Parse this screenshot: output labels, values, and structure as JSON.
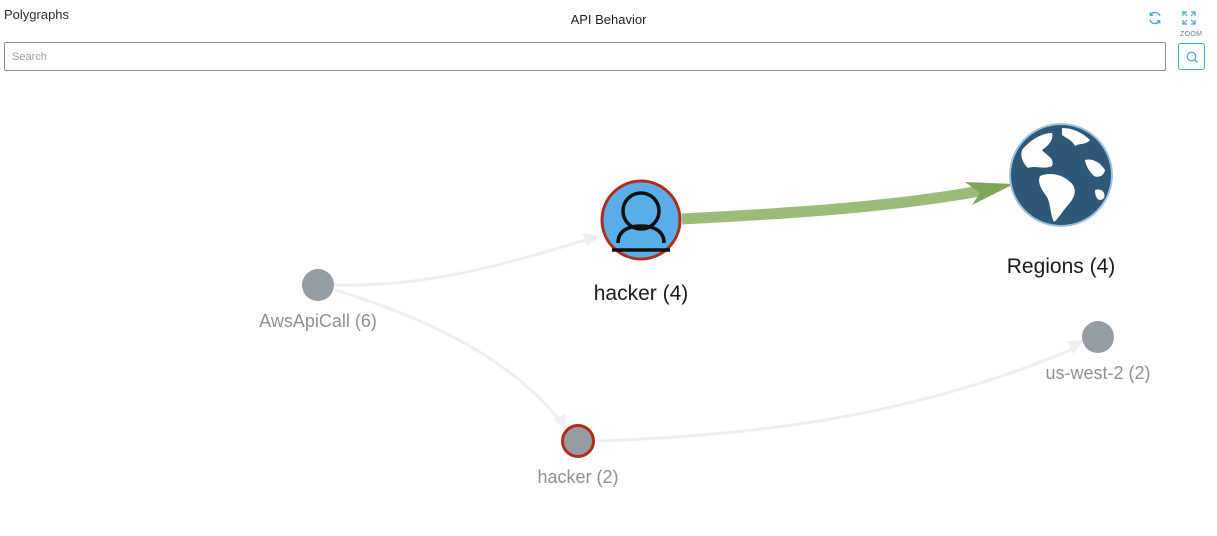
{
  "header": {
    "app_title": "Polygraphs",
    "page_title": "API Behavior",
    "zoom_label": "ZOOM"
  },
  "search": {
    "placeholder": "Search",
    "value": ""
  },
  "icons": {
    "refresh": "refresh-icon",
    "zoom": "expand-icon",
    "search": "search-icon",
    "user": "user-icon",
    "globe": "globe-icon"
  },
  "colors": {
    "accent": "#4a9fd4",
    "edge_highlight": "#8fb56a",
    "edge_dim": "#eeeeee",
    "node_dim": "#969ca3",
    "node_alert_border": "#b22c1c",
    "user_node_fill": "#5aaee8",
    "globe_fill": "#2e5878"
  },
  "graph": {
    "nodes": {
      "aws_api_call": {
        "label": "AwsApiCall (6)"
      },
      "hacker_main": {
        "label": "hacker (4)"
      },
      "regions": {
        "label": "Regions (4)"
      },
      "us_west_2": {
        "label": "us-west-2 (2)"
      },
      "hacker_small": {
        "label": "hacker (2)"
      }
    }
  }
}
